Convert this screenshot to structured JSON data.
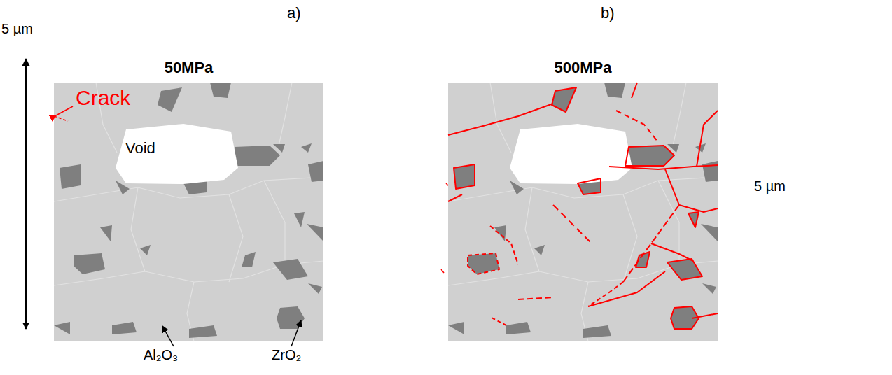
{
  "diagram": {
    "nodes": [
      {
        "text": [
          "50MPa"
        ]
      },
      {
        "text": [
          "Void"
        ],
        "in": 0
      },
      {
        "text": [
          "500MPa"
        ]
      }
    ],
    "labels": [
      "a)",
      "b)",
      "5 µm",
      "Crack",
      "Al₂O₃",
      "ZrO₂",
      "5 µm"
    ]
  }
}
